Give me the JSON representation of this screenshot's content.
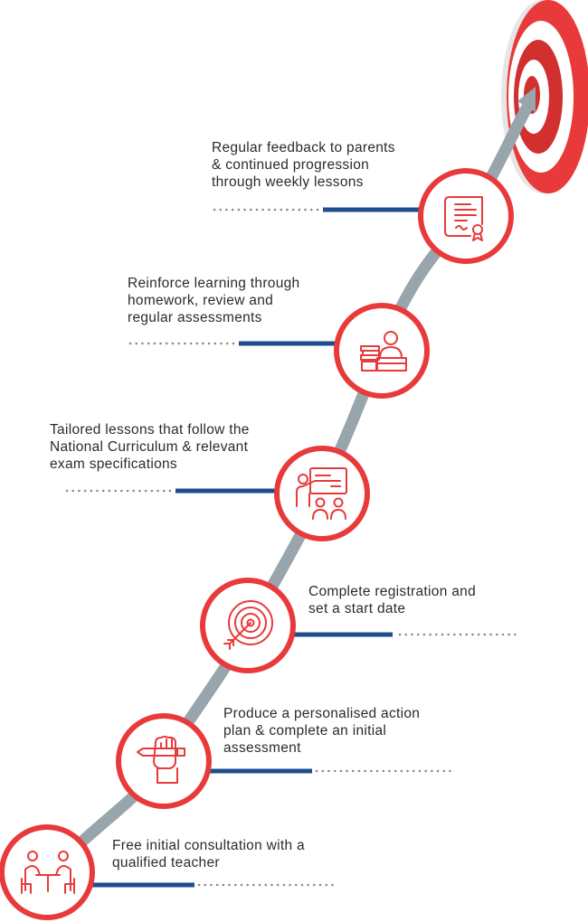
{
  "colors": {
    "accent_red": "#e83a3a",
    "path_grey": "#98a5ad",
    "connector_blue": "#1e4d8c",
    "dots_grey": "#8a8a8a",
    "text": "#2b2b2b"
  },
  "steps": [
    {
      "text": "Free initial consultation with a\nqualified teacher",
      "icon": "consultation-icon"
    },
    {
      "text": "Produce a personalised action\nplan & complete an initial\nassessment",
      "icon": "pen-fist-icon"
    },
    {
      "text": "Complete registration and\nset a start date",
      "icon": "target-arrow-icon"
    },
    {
      "text": "Tailored lessons that follow the\nNational Curriculum & relevant\nexam specifications",
      "icon": "teacher-board-icon"
    },
    {
      "text": "Reinforce learning through\nhomework, review and\nregular assessments",
      "icon": "student-books-icon"
    },
    {
      "text": "Regular feedback to parents\n& continued progression\nthrough weekly lessons",
      "icon": "certificate-icon"
    }
  ],
  "goal_icon": "bullseye-goal-icon"
}
